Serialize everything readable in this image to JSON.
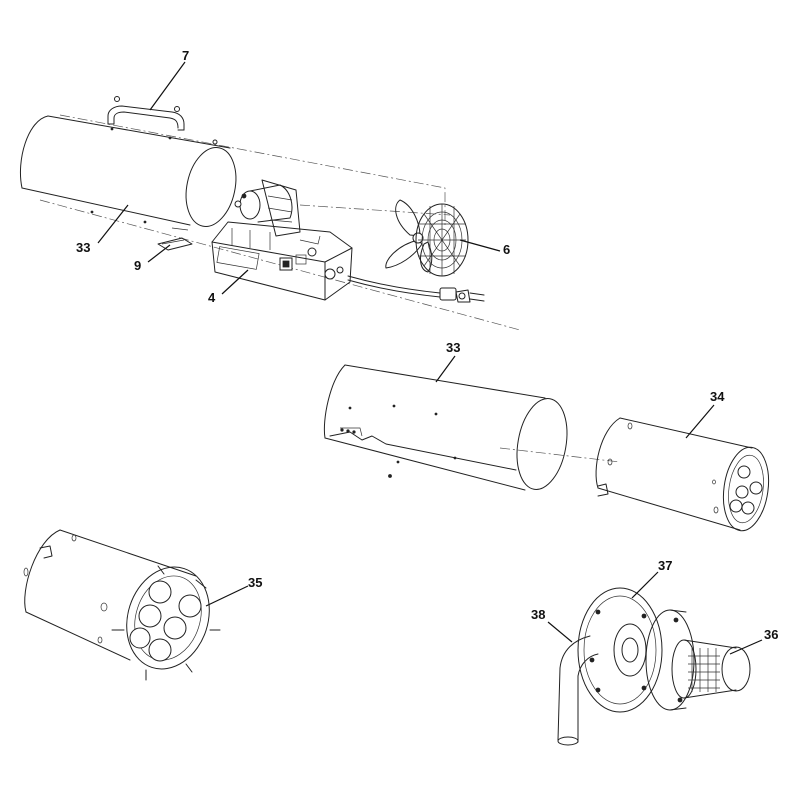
{
  "callouts": [
    {
      "id": "c7",
      "label": "7"
    },
    {
      "id": "c33a",
      "label": "33"
    },
    {
      "id": "c9",
      "label": "9"
    },
    {
      "id": "c4",
      "label": "4"
    },
    {
      "id": "c6",
      "label": "6"
    },
    {
      "id": "c33b",
      "label": "33"
    },
    {
      "id": "c34",
      "label": "34"
    },
    {
      "id": "c35",
      "label": "35"
    },
    {
      "id": "c37",
      "label": "37"
    },
    {
      "id": "c38",
      "label": "38"
    },
    {
      "id": "c36",
      "label": "36"
    }
  ]
}
